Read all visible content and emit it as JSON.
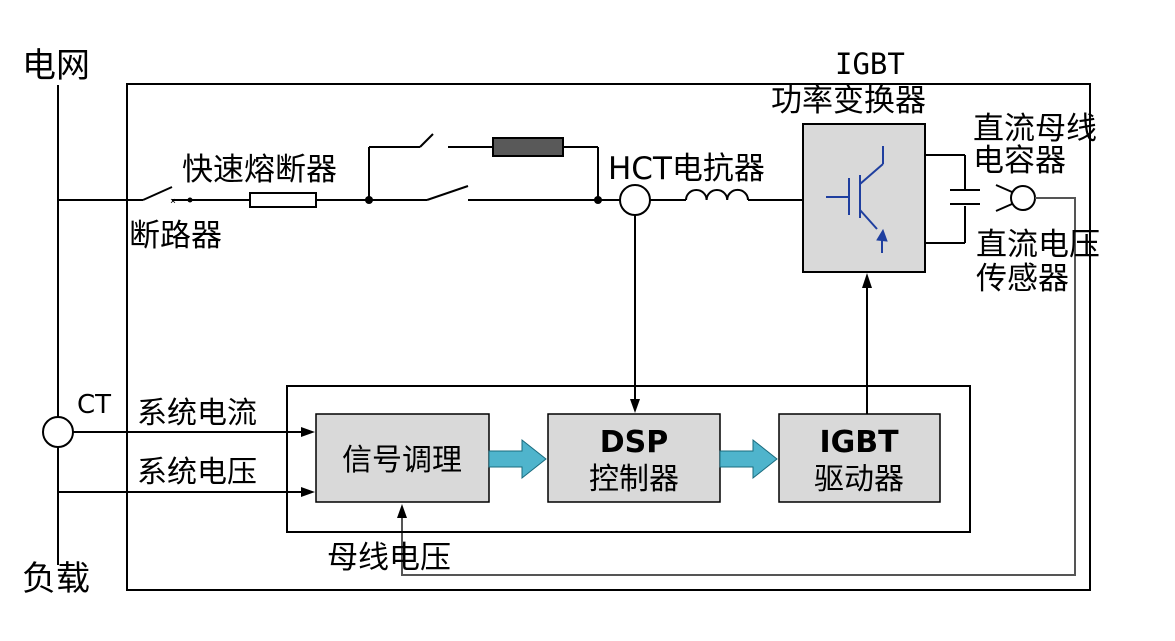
{
  "labels": {
    "grid": "电网",
    "load": "负载",
    "breaker": "断路器",
    "fast_fuse": "快速熔断器",
    "hct_reactor": "HCT电抗器",
    "igbt_top": "IGBT",
    "power_converter": "功率变换器",
    "dc_bus_cap_line1": "直流母线",
    "dc_bus_cap_line2": "电容器",
    "dc_voltage_sensor_line1": "直流电压",
    "dc_voltage_sensor_line2": "传感器",
    "ct": "CT",
    "system_current": "系统电流",
    "system_voltage": "系统电压",
    "bus_voltage": "母线电压"
  },
  "blocks": {
    "signal_conditioning": "信号调理",
    "dsp_line1": "DSP",
    "dsp_line2": "控制器",
    "igbt_driver_line1": "IGBT",
    "igbt_driver_line2": "驱动器"
  },
  "colors": {
    "block_fill": "#d9d9d9",
    "arrow_fill": "#4fb4cc",
    "resistor_fill": "#595959",
    "igbt_symbol": "#1f3f9f",
    "wire": "#000000",
    "feedback_wire": "#555555"
  }
}
